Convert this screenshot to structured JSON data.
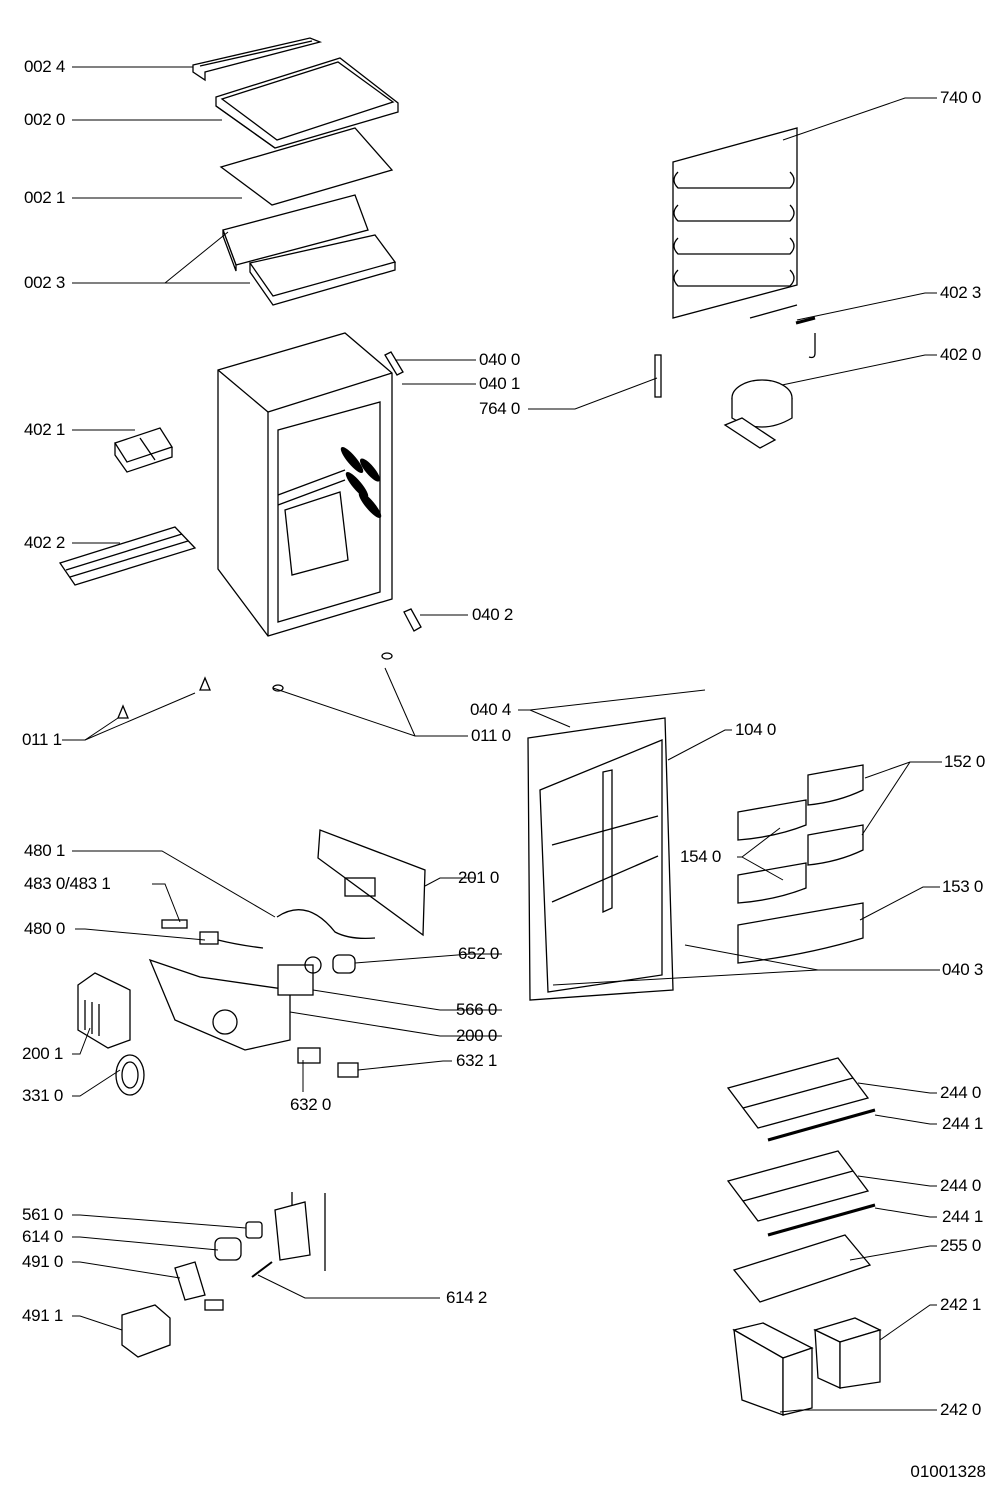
{
  "diagram": {
    "type": "exploded parts diagram",
    "subject": "refrigerator",
    "document_number": "01001328",
    "callouts": [
      {
        "id": "c-0024",
        "part": "002 4"
      },
      {
        "id": "c-0020",
        "part": "002 0"
      },
      {
        "id": "c-0021",
        "part": "002 1"
      },
      {
        "id": "c-0023",
        "part": "002 3"
      },
      {
        "id": "c-0400",
        "part": "040 0"
      },
      {
        "id": "c-0401",
        "part": "040 1"
      },
      {
        "id": "c-7640",
        "part": "764 0"
      },
      {
        "id": "c-4021",
        "part": "402 1"
      },
      {
        "id": "c-4022",
        "part": "402 2"
      },
      {
        "id": "c-0402",
        "part": "040 2"
      },
      {
        "id": "c-0111",
        "part": "011 1"
      },
      {
        "id": "c-0110",
        "part": "011 0"
      },
      {
        "id": "c-0404",
        "part": "040 4"
      },
      {
        "id": "c-7400",
        "part": "740 0"
      },
      {
        "id": "c-4023",
        "part": "402 3"
      },
      {
        "id": "c-4020",
        "part": "402 0"
      },
      {
        "id": "c-1040",
        "part": "104 0"
      },
      {
        "id": "c-1520",
        "part": "152 0"
      },
      {
        "id": "c-1540",
        "part": "154 0"
      },
      {
        "id": "c-1530",
        "part": "153 0"
      },
      {
        "id": "c-0403",
        "part": "040 3"
      },
      {
        "id": "c-4801",
        "part": "480 1"
      },
      {
        "id": "c-4830",
        "part": "483 0/483 1"
      },
      {
        "id": "c-4800",
        "part": "480 0"
      },
      {
        "id": "c-2010",
        "part": "201 0"
      },
      {
        "id": "c-6520",
        "part": "652 0"
      },
      {
        "id": "c-5660",
        "part": "566 0"
      },
      {
        "id": "c-2000",
        "part": "200 0"
      },
      {
        "id": "c-2001",
        "part": "200 1"
      },
      {
        "id": "c-3310",
        "part": "331 0"
      },
      {
        "id": "c-6321",
        "part": "632 1"
      },
      {
        "id": "c-6320",
        "part": "632 0"
      },
      {
        "id": "c-2440a",
        "part": "244 0"
      },
      {
        "id": "c-2441a",
        "part": "244 1"
      },
      {
        "id": "c-2440b",
        "part": "244 0"
      },
      {
        "id": "c-2441b",
        "part": "244 1"
      },
      {
        "id": "c-2550",
        "part": "255 0"
      },
      {
        "id": "c-2421",
        "part": "242 1"
      },
      {
        "id": "c-2420",
        "part": "242 0"
      },
      {
        "id": "c-5610",
        "part": "561 0"
      },
      {
        "id": "c-6140",
        "part": "614 0"
      },
      {
        "id": "c-4910",
        "part": "491 0"
      },
      {
        "id": "c-4911",
        "part": "491 1"
      },
      {
        "id": "c-6142",
        "part": "614 2"
      }
    ]
  }
}
